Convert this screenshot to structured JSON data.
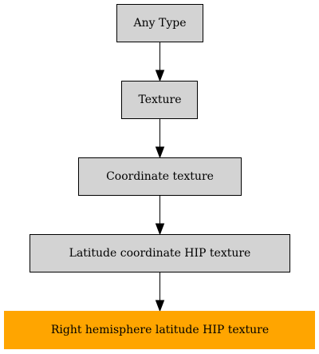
{
  "diagram": {
    "nodes": [
      {
        "id": "any_type",
        "label": "Any Type",
        "fill": "#d3d3d3"
      },
      {
        "id": "texture",
        "label": "Texture",
        "fill": "#d3d3d3"
      },
      {
        "id": "coordinate_texture",
        "label": "Coordinate texture",
        "fill": "#d3d3d3"
      },
      {
        "id": "latitude_coordinate_hip_texture",
        "label": "Latitude coordinate HIP texture",
        "fill": "#d3d3d3"
      },
      {
        "id": "right_hemisphere_latitude_hip_texture",
        "label": "Right hemisphere latitude HIP texture",
        "fill": "#ffa500"
      }
    ],
    "edges": [
      {
        "from": "any_type",
        "to": "texture"
      },
      {
        "from": "texture",
        "to": "coordinate_texture"
      },
      {
        "from": "coordinate_texture",
        "to": "latitude_coordinate_hip_texture"
      },
      {
        "from": "latitude_coordinate_hip_texture",
        "to": "right_hemisphere_latitude_hip_texture"
      }
    ]
  }
}
